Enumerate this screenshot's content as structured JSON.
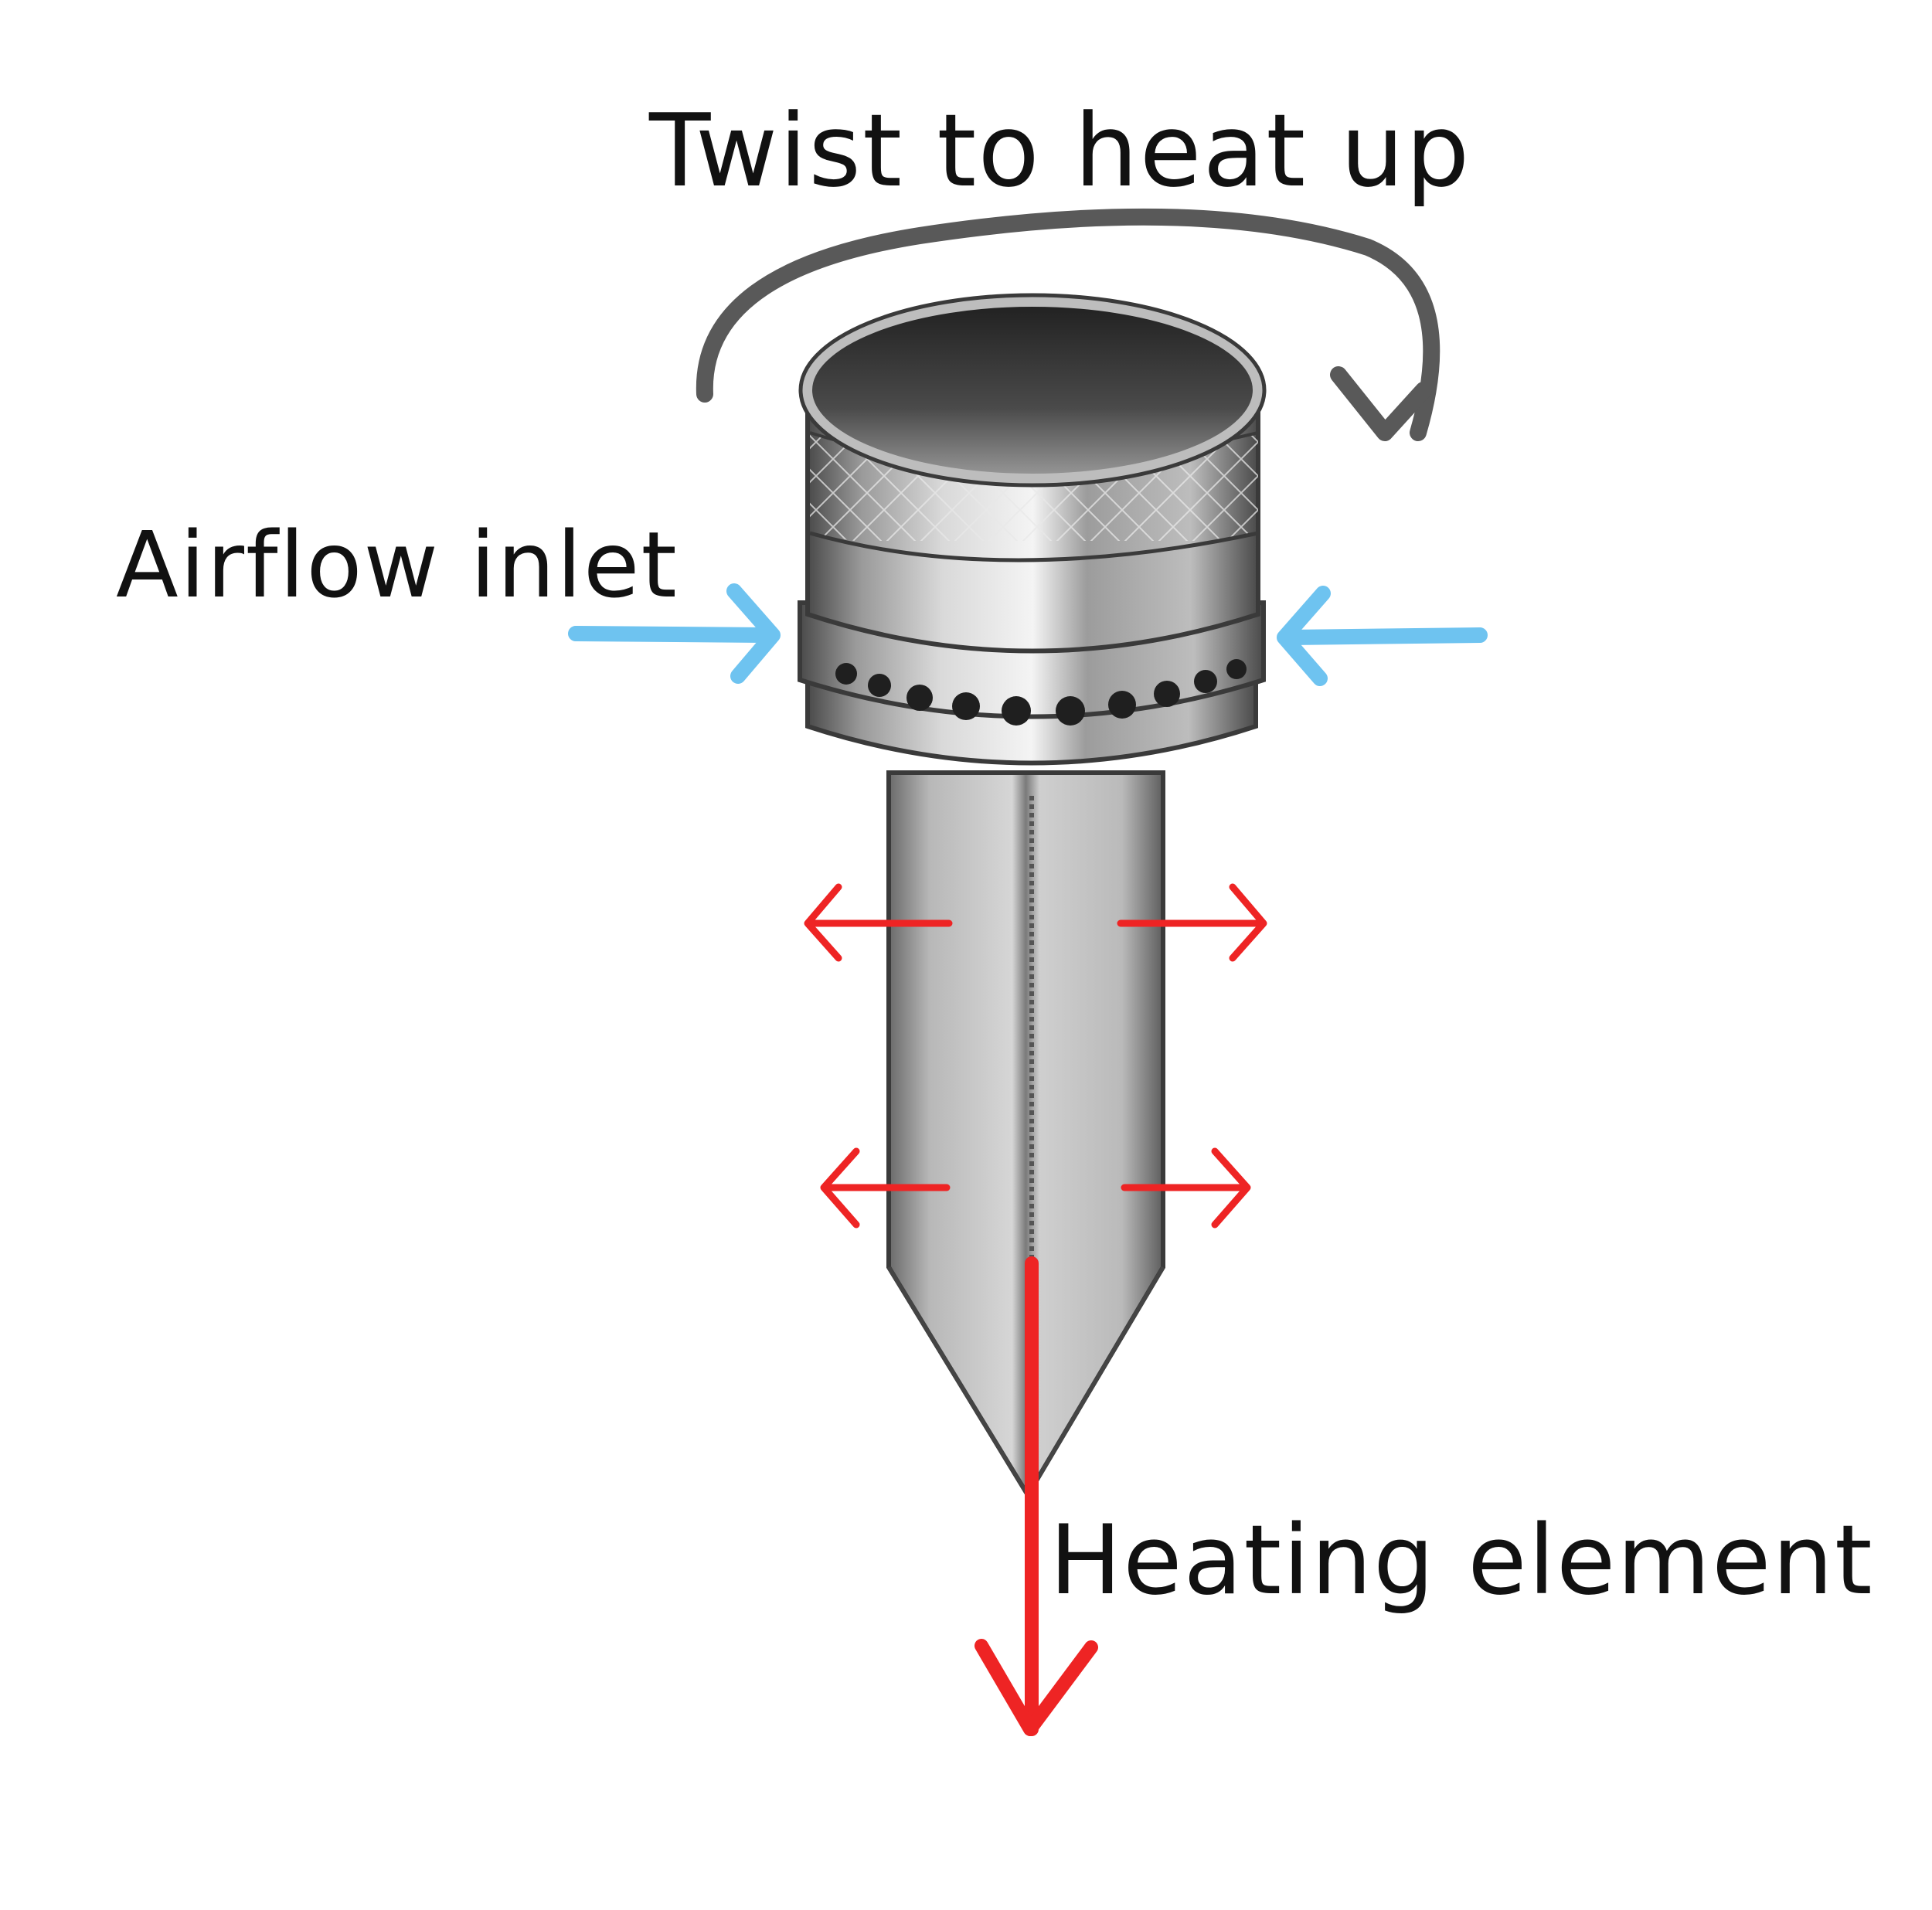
{
  "labels": {
    "twist": "Twist to heat up",
    "airflow": "Airflow inlet",
    "heating": "Heating element"
  },
  "colors": {
    "twist_arrow": "#595959",
    "airflow_arrows": "#6ec3f0",
    "heat_arrows": "#ee2424",
    "device_metal": "#8a8a8a",
    "device_dark": "#2a2a2a",
    "text": "#111111"
  }
}
